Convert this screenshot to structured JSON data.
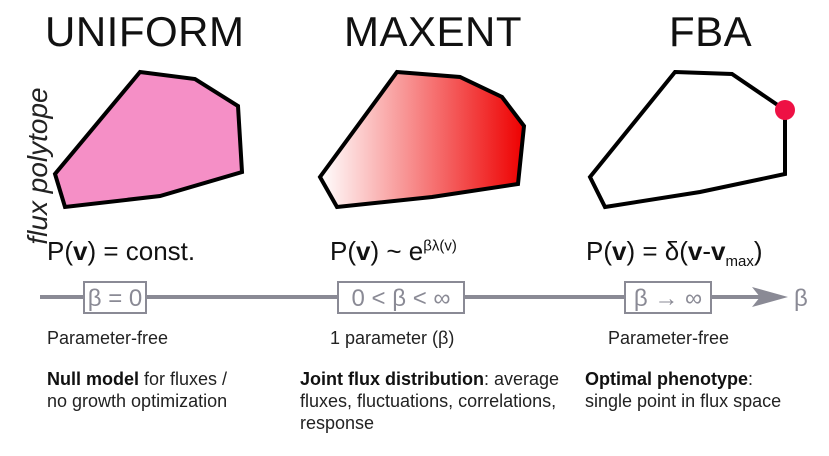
{
  "columns": [
    {
      "title": "UNIFORM",
      "formula": {
        "prefix": "P(",
        "bold": "v",
        "suffix": ") = const."
      },
      "box_label": "β = 0",
      "param": "Parameter-free",
      "desc_bold": "Null model",
      "desc_rest": " for fluxes / no growth optimization",
      "fill_color": "#f58fc6"
    },
    {
      "title": "MAXENT",
      "formula": {
        "prefix": "P(",
        "bold": "v",
        "suffix": ") ~ e",
        "sup": "βλ(v)"
      },
      "box_label": "0 < β < ∞",
      "param": "1 parameter (β)",
      "desc_bold": "Joint flux distribution",
      "desc_rest": ": average fluxes, fluctuations, correlations, response",
      "gradient_start": "#ffffff",
      "gradient_end": "#ee0000"
    },
    {
      "title": "FBA",
      "formula": {
        "prefix": "P(",
        "bold": "v",
        "suffix": ") = δ(",
        "bold2": "v",
        "dash": "-",
        "bold3": "v",
        "sub": "max",
        "close": ")"
      },
      "box_label": "β → ∞",
      "param": "Parameter-free",
      "desc_bold": "Optimal phenotype",
      "desc_rest": ": single point in flux space",
      "point_color": "#ee1144"
    }
  ],
  "side_label": "flux polytope",
  "axis_label": "β",
  "axis_color": "#8a8a95"
}
